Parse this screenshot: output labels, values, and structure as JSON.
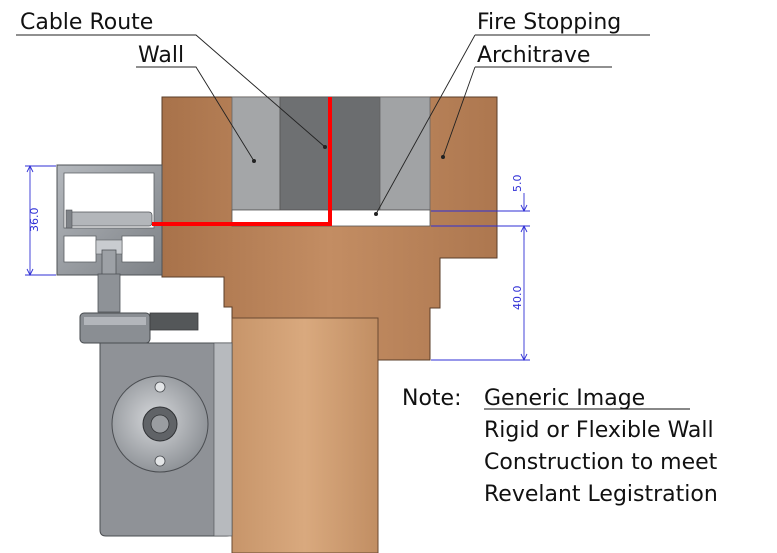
{
  "labels": {
    "cable_route": "Cable Route",
    "wall": "Wall",
    "fire_stopping": "Fire Stopping",
    "architrave": "Architrave"
  },
  "dimensions": {
    "d36": "36.0",
    "d5": "5.0",
    "d40": "40.0"
  },
  "note": {
    "prefix": "Note:",
    "heading": "Generic Image",
    "lines": [
      "Rigid or Flexible Wall",
      "Construction to meet",
      "Revelant Legistration"
    ]
  },
  "colors": {
    "wood": "#b9835a",
    "cable": "#ff0000",
    "dimension": "#2f2fd6",
    "aluminium": "#9a9ea3"
  }
}
